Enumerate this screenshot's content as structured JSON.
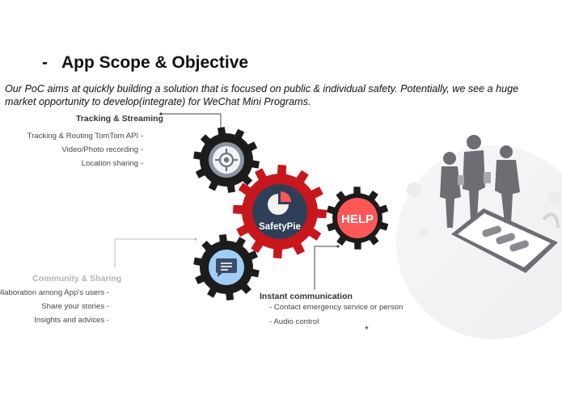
{
  "header": {
    "bullet": "-",
    "title": "App Scope & Objective",
    "intro_line1": "Our PoC  aims at quickly building a solution that is focused on public & individual safety. Potentially, we see  a huge",
    "intro_line2": "market opportunity to develop(integrate)  for WeChat Mini Programs."
  },
  "tracking": {
    "heading": "Tracking & Streaming",
    "items": [
      "Tracking & Routing TomTom API -",
      "Video/Photo recording -",
      "Location sharing -"
    ]
  },
  "community": {
    "heading": "Community & Sharing",
    "items": [
      "Collaboration among App's users -",
      "Share your stories -",
      "Insights and advices -"
    ]
  },
  "communication": {
    "heading": "Instant communication",
    "items": [
      "- Contact emergency service or person",
      "- Audio control"
    ]
  },
  "gears": {
    "center_label": "SafetyPie",
    "help_label": "HELP",
    "tracking_icon": "crosshair-target-icon",
    "community_icon": "chat-bubble-icon",
    "center_icon": "pie-chart-icon"
  },
  "footnote": "*",
  "colors": {
    "gear_dark": "#1c1c1c",
    "gear_red": "#c8161d",
    "center_circle": "#2f3f57",
    "help_circle": "#ff5757",
    "target_circle": "#8c95a2",
    "chat_circle": "#9fcdf6",
    "illustration_gray": "#6d6d73"
  }
}
